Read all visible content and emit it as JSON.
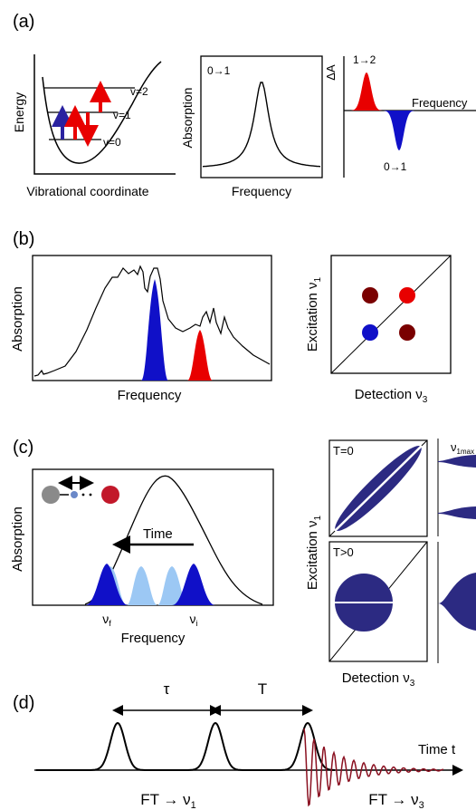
{
  "panels": {
    "a": {
      "label": "(a)",
      "energy_diagram": {
        "ylabel": "Energy",
        "xlabel": "Vibrational coordinate",
        "levels": [
          "v=0",
          "v=1",
          "v=2"
        ]
      },
      "absorption": {
        "ylabel": "Absorption",
        "xlabel": "Frequency",
        "transition": "0→1"
      },
      "difference": {
        "ylabel": "ΔA",
        "xlabel": "Frequency",
        "positive_peak": "1→2",
        "negative_peak": "0→1"
      }
    },
    "b": {
      "label": "(b)",
      "spectrum": {
        "ylabel": "Absorption",
        "xlabel": "Frequency"
      },
      "map2d": {
        "ylabel": "Excitation ν",
        "ysub": "1",
        "xlabel": "Detection ν",
        "xsub": "3"
      }
    },
    "c": {
      "label": "(c)",
      "spectrum": {
        "ylabel": "Absorption",
        "xlabel": "Frequency",
        "arrow_label": "Time",
        "nu_final": "ν",
        "nu_final_sub": "f",
        "nu_initial": "ν",
        "nu_initial_sub": "i"
      },
      "map_top": {
        "label": "T=0"
      },
      "map_bottom": {
        "label": "T>0"
      },
      "maps": {
        "ylabel": "Excitation ν",
        "ysub": "1",
        "xlabel": "Detection ν",
        "xsub": "3"
      },
      "slice_label": "ν",
      "slice_sub": "1max"
    },
    "d": {
      "label": "(d)",
      "tau": "τ",
      "T": "T",
      "time_axis": "Time t",
      "ft1": "FT → ν",
      "ft1_sub": "1",
      "ft3": "FT → ν",
      "ft3_sub": "3"
    }
  },
  "colors": {
    "blue": "#1010c8",
    "red": "#e80000",
    "dark_red": "#7a0000",
    "navy": "#2c2a82",
    "light_blue": "#9cc8f4",
    "echo": "#8a1020"
  }
}
